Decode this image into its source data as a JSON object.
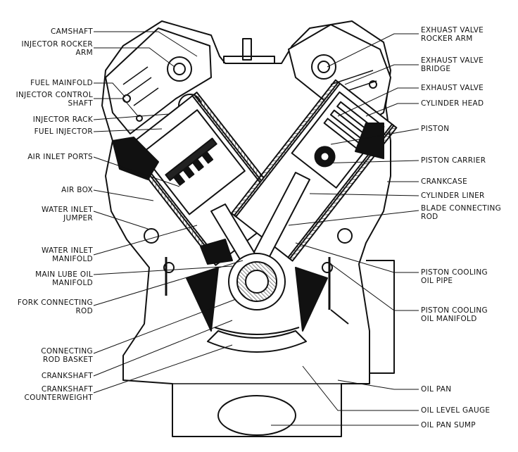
{
  "labels_left": [
    {
      "id": "camshaft",
      "lines": [
        "CAMSHAFT"
      ]
    },
    {
      "id": "injector-rocker-arm",
      "lines": [
        "INJECTOR ROCKER",
        "ARM"
      ]
    },
    {
      "id": "fuel-manifold",
      "lines": [
        "FUEL MAINFOLD"
      ]
    },
    {
      "id": "injector-control-shaft",
      "lines": [
        "INJECTOR CONTROL",
        "SHAFT"
      ]
    },
    {
      "id": "injector-rack",
      "lines": [
        "INJECTOR RACK"
      ]
    },
    {
      "id": "fuel-injector",
      "lines": [
        "FUEL INJECTOR"
      ]
    },
    {
      "id": "air-inlet-ports",
      "lines": [
        "AIR INLET PORTS"
      ]
    },
    {
      "id": "air-box",
      "lines": [
        "AIR BOX"
      ]
    },
    {
      "id": "water-inlet-jumper",
      "lines": [
        "WATER INLET",
        "JUMPER"
      ]
    },
    {
      "id": "water-inlet-manifold",
      "lines": [
        "WATER INLET",
        "MANIFOLD"
      ]
    },
    {
      "id": "main-lube-oil-manifold",
      "lines": [
        "MAIN LUBE OIL",
        "MANIFOLD"
      ]
    },
    {
      "id": "fork-connecting-rod",
      "lines": [
        "FORK CONNECTING",
        "ROD"
      ]
    },
    {
      "id": "connecting-rod-basket",
      "lines": [
        "CONNECTING",
        "ROD BASKET"
      ]
    },
    {
      "id": "crankshaft",
      "lines": [
        "CRANKSHAFT"
      ]
    },
    {
      "id": "crankshaft-counterweight",
      "lines": [
        "CRANKSHAFT",
        "COUNTERWEIGHT"
      ]
    }
  ],
  "labels_right": [
    {
      "id": "exhaust-valve-rocker-arm",
      "lines": [
        "EXHUAST VALVE",
        "ROCKER ARM"
      ]
    },
    {
      "id": "exhaust-valve-bridge",
      "lines": [
        "EXHAUST VALVE",
        "BRIDGE"
      ]
    },
    {
      "id": "exhaust-valve",
      "lines": [
        "EXHAUST VALVE"
      ]
    },
    {
      "id": "cylinder-head",
      "lines": [
        "CYLINDER HEAD"
      ]
    },
    {
      "id": "piston",
      "lines": [
        "PISTON"
      ]
    },
    {
      "id": "piston-carrier",
      "lines": [
        "PISTON CARRIER"
      ]
    },
    {
      "id": "crankcase",
      "lines": [
        "CRANKCASE"
      ]
    },
    {
      "id": "cylinder-liner",
      "lines": [
        "CYLINDER LINER"
      ]
    },
    {
      "id": "blade-connecting-rod",
      "lines": [
        "BLADE CONNECTING",
        "ROD"
      ]
    },
    {
      "id": "piston-cooling-oil-pipe",
      "lines": [
        "PISTON COOLING",
        "OIL PIPE"
      ]
    },
    {
      "id": "piston-cooling-oil-manifold",
      "lines": [
        "PISTON COOLING",
        "OIL MANIFOLD"
      ]
    },
    {
      "id": "oil-pan",
      "lines": [
        "OIL PAN"
      ]
    },
    {
      "id": "oil-level-gauge",
      "lines": [
        "OIL LEVEL GAUGE"
      ]
    },
    {
      "id": "oil-pan-sump",
      "lines": [
        "OIL PAN SUMP"
      ]
    }
  ],
  "colors": {
    "ink": "#111111",
    "hatch": "#333333",
    "fill": "#ffffff"
  }
}
